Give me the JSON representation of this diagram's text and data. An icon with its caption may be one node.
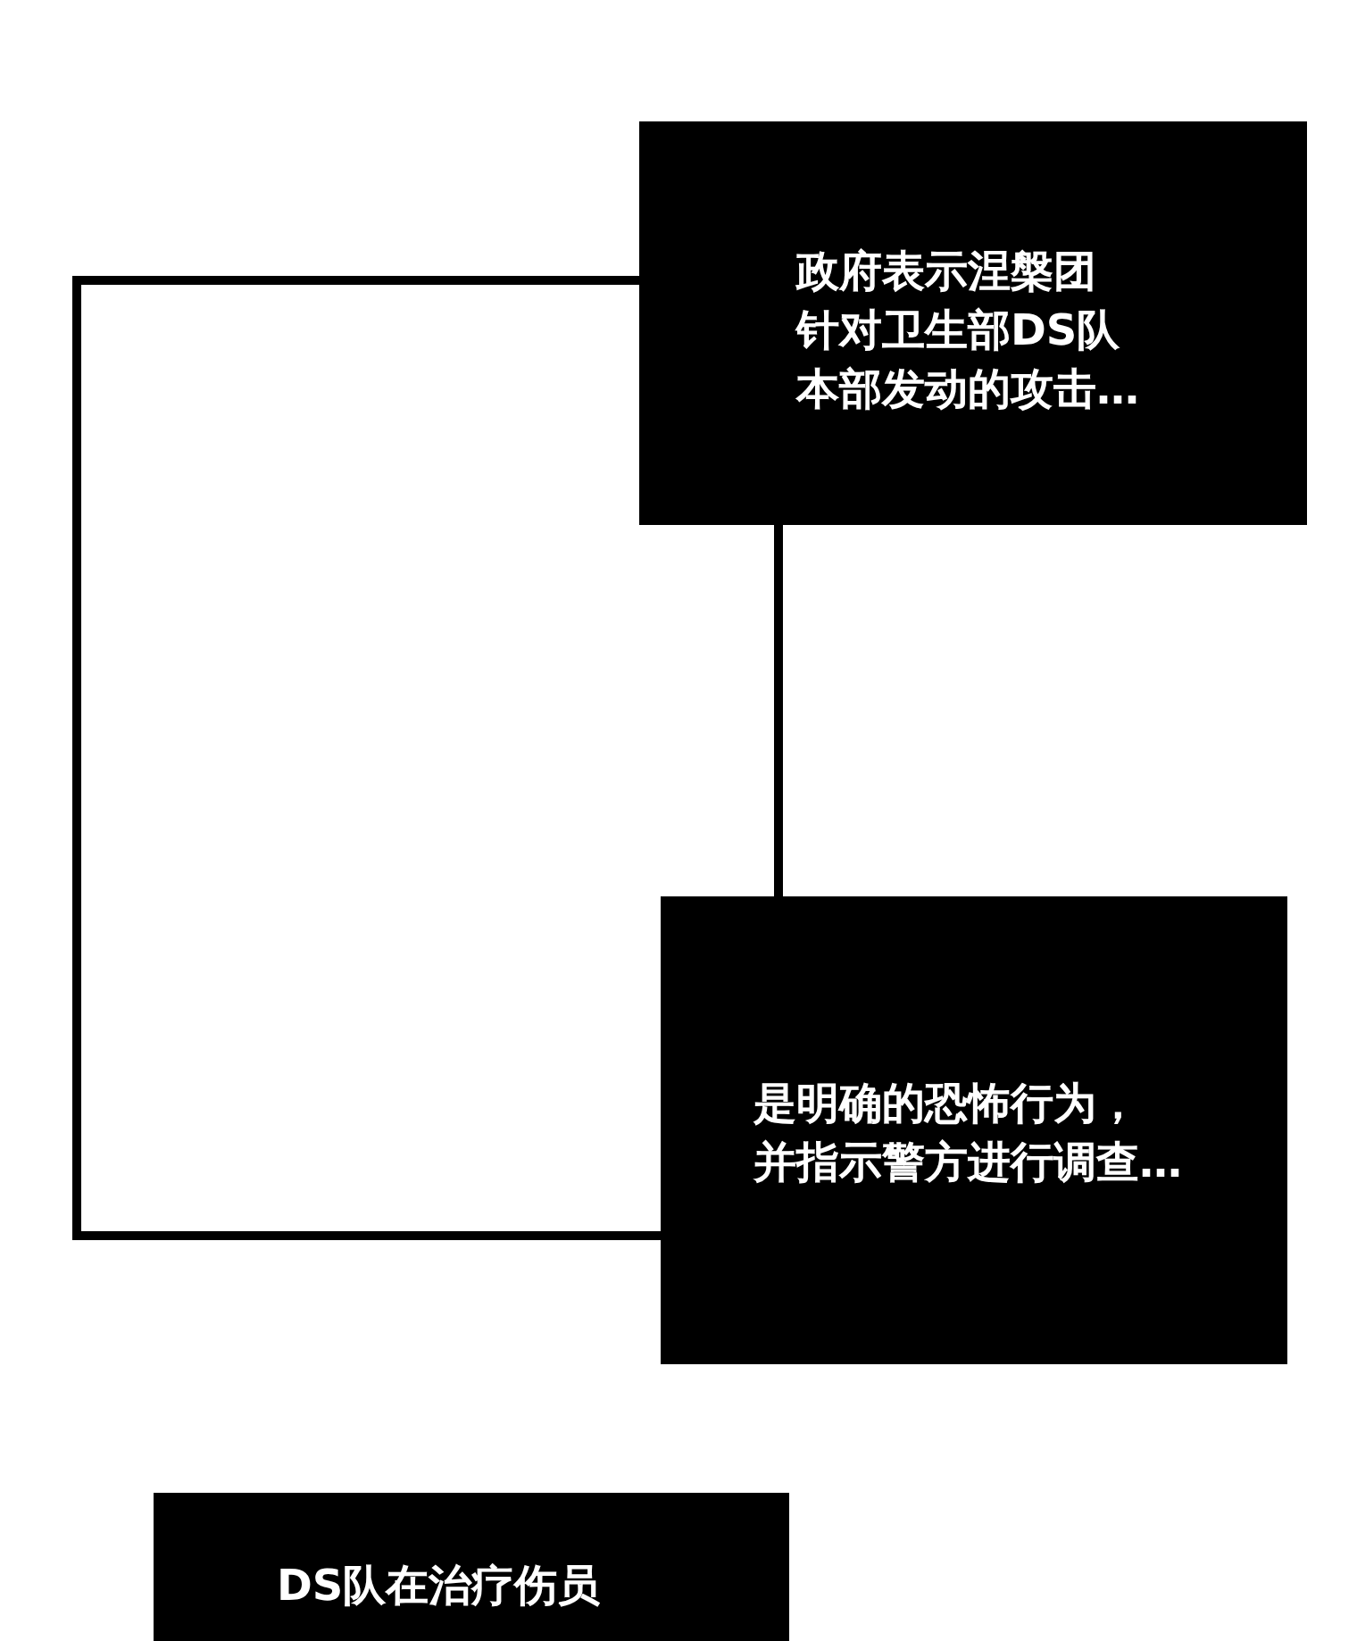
{
  "diagram": {
    "nodes": [
      {
        "text": [
          "政府表示涅槃团针对卫生部DS队本部发动的攻击…"
        ]
      },
      {
        "text": [
          "是明确的恐怖行为，并指示警方进行调查…"
        ]
      },
      {
        "text": [
          "DS队在治疗伤员"
        ]
      }
    ],
    "edges": [
      {
        "from": 0,
        "to": 1,
        "arrow": "none"
      },
      {
        "from": 0,
        "to": 1,
        "arrow": "none"
      }
    ]
  }
}
